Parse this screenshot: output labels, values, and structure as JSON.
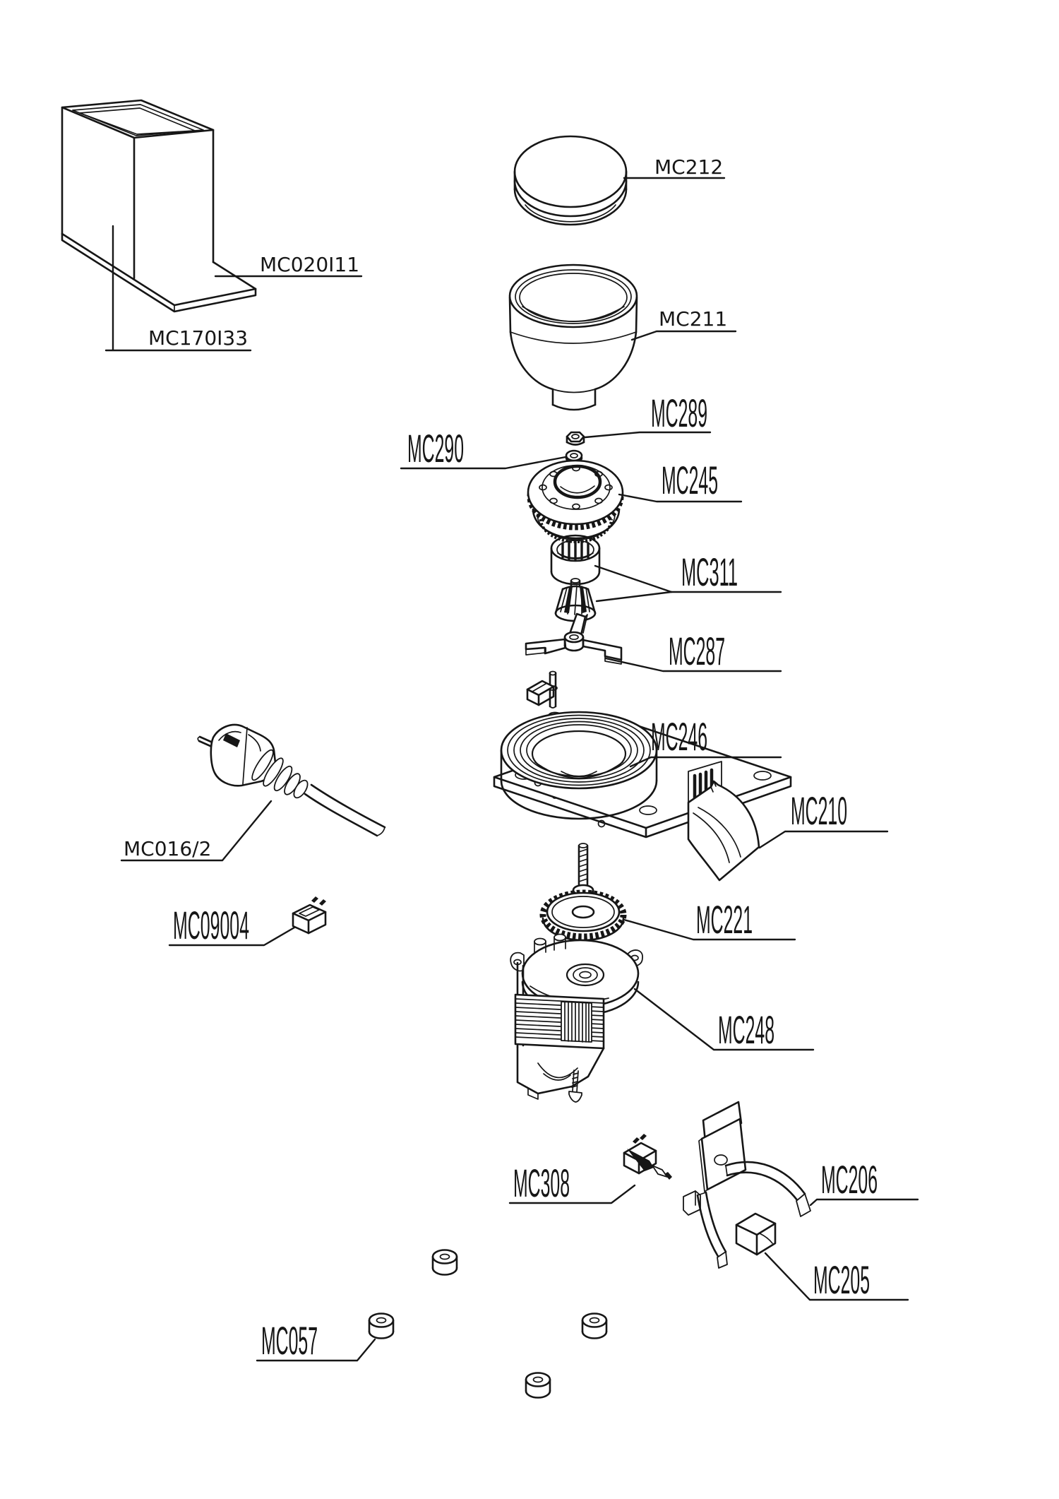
{
  "diagram": {
    "type": "exploded-parts-diagram",
    "line_color": "#161616",
    "background_color": "#ffffff"
  },
  "parts": {
    "mc020i11": {
      "code": "MC020I11"
    },
    "mc170i33": {
      "code": "MC170I33"
    },
    "mc212": {
      "code": "MC212"
    },
    "mc211": {
      "code": "MC211"
    },
    "mc289": {
      "code": "MC289"
    },
    "mc290": {
      "code": "MC290"
    },
    "mc245": {
      "code": "MC245"
    },
    "mc311": {
      "code": "MC311"
    },
    "mc287": {
      "code": "MC287"
    },
    "mc246": {
      "code": "MC246"
    },
    "mc210": {
      "code": "MC210"
    },
    "mc016_2": {
      "code": "MC016/2"
    },
    "mc09004": {
      "code": "MC09004"
    },
    "mc221": {
      "code": "MC221"
    },
    "mc248": {
      "code": "MC248"
    },
    "mc308": {
      "code": "MC308"
    },
    "mc206": {
      "code": "MC206"
    },
    "mc205": {
      "code": "MC205"
    },
    "mc057": {
      "code": "MC057"
    }
  }
}
